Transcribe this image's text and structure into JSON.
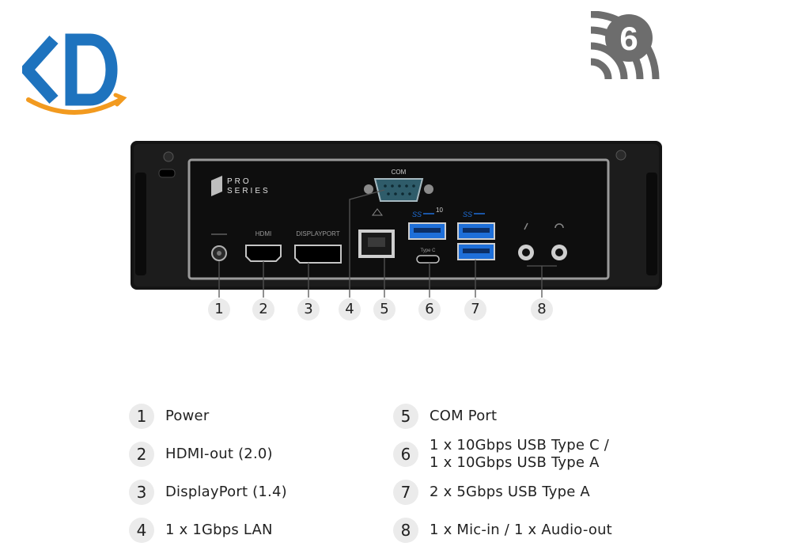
{
  "callouts": [
    "1",
    "2",
    "3",
    "4",
    "5",
    "6",
    "7",
    "8"
  ],
  "device": {
    "brand_line1": "PRO",
    "brand_line2": "SERIES",
    "com_label": "COM",
    "hdmi_label": "HDMI",
    "displayport_label": "DISPLAYPORT",
    "type_c_label": "Type C",
    "usb10_label": "10"
  },
  "wifi_badge": "6",
  "legend": [
    {
      "num": "1",
      "lines": [
        "Power"
      ]
    },
    {
      "num": "2",
      "lines": [
        "HDMI-out (2.0)"
      ]
    },
    {
      "num": "3",
      "lines": [
        "DisplayPort (1.4)"
      ]
    },
    {
      "num": "4",
      "lines": [
        "1 x 1Gbps LAN"
      ]
    },
    {
      "num": "5",
      "lines": [
        "COM Port"
      ]
    },
    {
      "num": "6",
      "lines": [
        "1 x 10Gbps USB Type C /",
        "1 x 10Gbps USB Type A"
      ]
    },
    {
      "num": "7",
      "lines": [
        "2 x 5Gbps USB Type A"
      ]
    },
    {
      "num": "8",
      "lines": [
        "1 x Mic-in / 1 x Audio-out"
      ]
    }
  ],
  "colors": {
    "brand_blue": "#1e73be",
    "brand_orange": "#f29a1f",
    "device_body": "#111111",
    "port_blue": "#1e6fd9",
    "com_teal": "#2f5c6a"
  },
  "icons": [
    "kd-logo",
    "wifi-6-icon",
    "usb-superspeed-icon",
    "lan-icon",
    "mic-icon",
    "headphone-icon"
  ]
}
